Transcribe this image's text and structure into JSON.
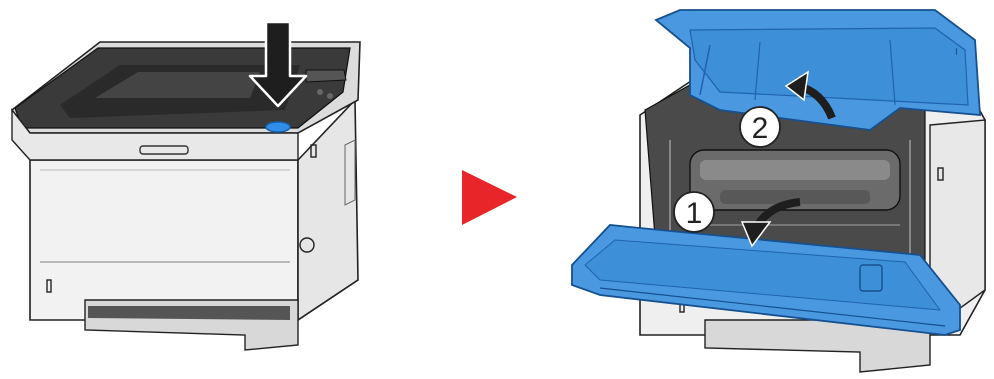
{
  "illustration": {
    "step_1": {
      "device": "printer-closed",
      "indicator": "press-down-arrow",
      "button_color": "#2f8fe8"
    },
    "transition": {
      "icon": "play-triangle",
      "color": "#e8262a"
    },
    "step_2": {
      "device": "printer-front-cover-open",
      "callouts": [
        {
          "number": "1",
          "icon": "curved-arrow-down-open"
        },
        {
          "number": "2",
          "icon": "curved-arrow-up-lift"
        }
      ],
      "cover_color": "#3d8fd8"
    }
  }
}
